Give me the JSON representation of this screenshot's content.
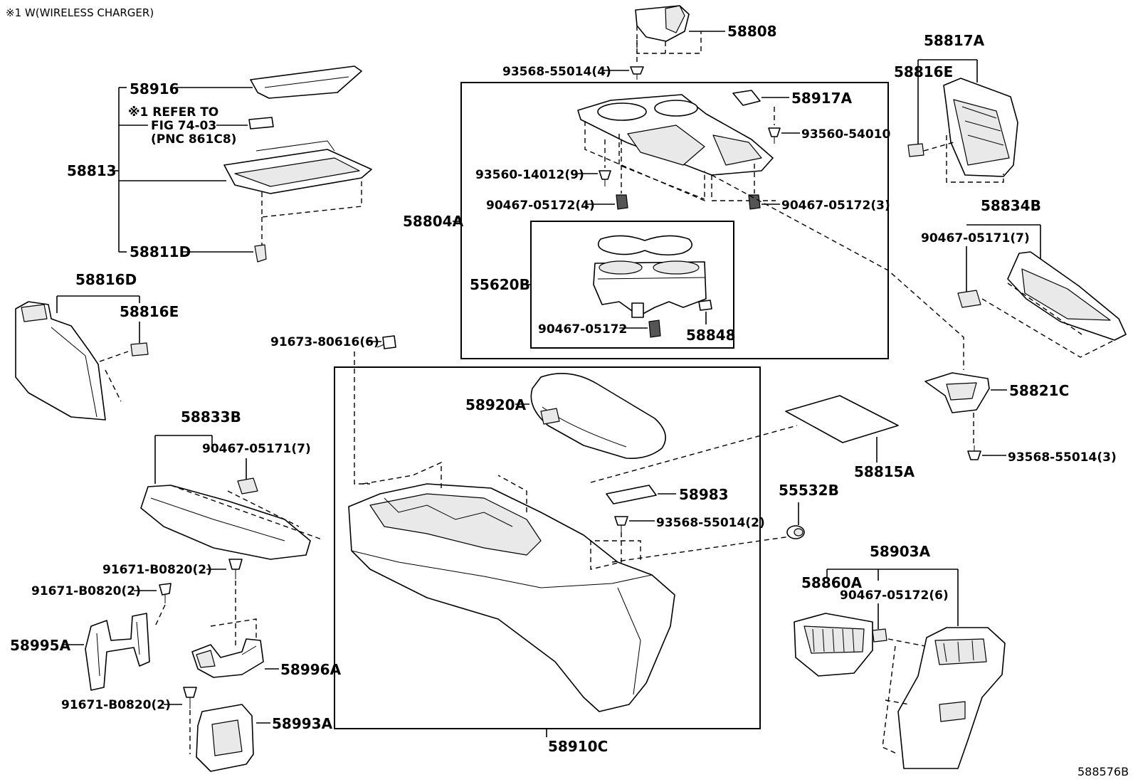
{
  "diagram": {
    "note": "※1 W(WIRELESS CHARGER)",
    "figure_id": "588576B",
    "refer": {
      "line1": "※1 REFER TO",
      "line2": "FIG 74-03",
      "line3": "(PNC 861C8)"
    },
    "labels": {
      "p58808": "58808",
      "p93568_55014_4": "93568-55014(4)",
      "p58817A": "58817A",
      "p58816E_top": "58816E",
      "p58916": "58916",
      "p58813": "58813",
      "p58811D": "58811D",
      "p58917A": "58917A",
      "p93560_54010": "93560-54010",
      "p93560_14012_9": "93560-14012(9)",
      "p90467_05172_4": "90467-05172(4)",
      "p90467_05172_3": "90467-05172(3)",
      "p58804A": "58804A",
      "p55620B": "55620B",
      "p90467_05172": "90467-05172",
      "p58848": "58848",
      "p58834B": "58834B",
      "p90467_05171_7_right": "90467-05171(7)",
      "p58816D": "58816D",
      "p58816E_left": "58816E",
      "p91673_80616_6": "91673-80616(6)",
      "p58920A": "58920A",
      "p58821C": "58821C",
      "p93568_55014_3": "93568-55014(3)",
      "p58815A": "58815A",
      "p58833B": "58833B",
      "p90467_05171_7_left": "90467-05171(7)",
      "p58983": "58983",
      "p55532B": "55532B",
      "p93568_55014_2": "93568-55014(2)",
      "p91671_B0820_2_a": "91671-B0820(2)",
      "p91671_B0820_2_b": "91671-B0820(2)",
      "p58995A": "58995A",
      "p58996A": "58996A",
      "p91671_B0820_2_c": "91671-B0820(2)",
      "p58993A": "58993A",
      "p58903A": "58903A",
      "p58860A": "58860A",
      "p90467_05172_6": "90467-05172(6)",
      "p58910C": "58910C"
    }
  }
}
